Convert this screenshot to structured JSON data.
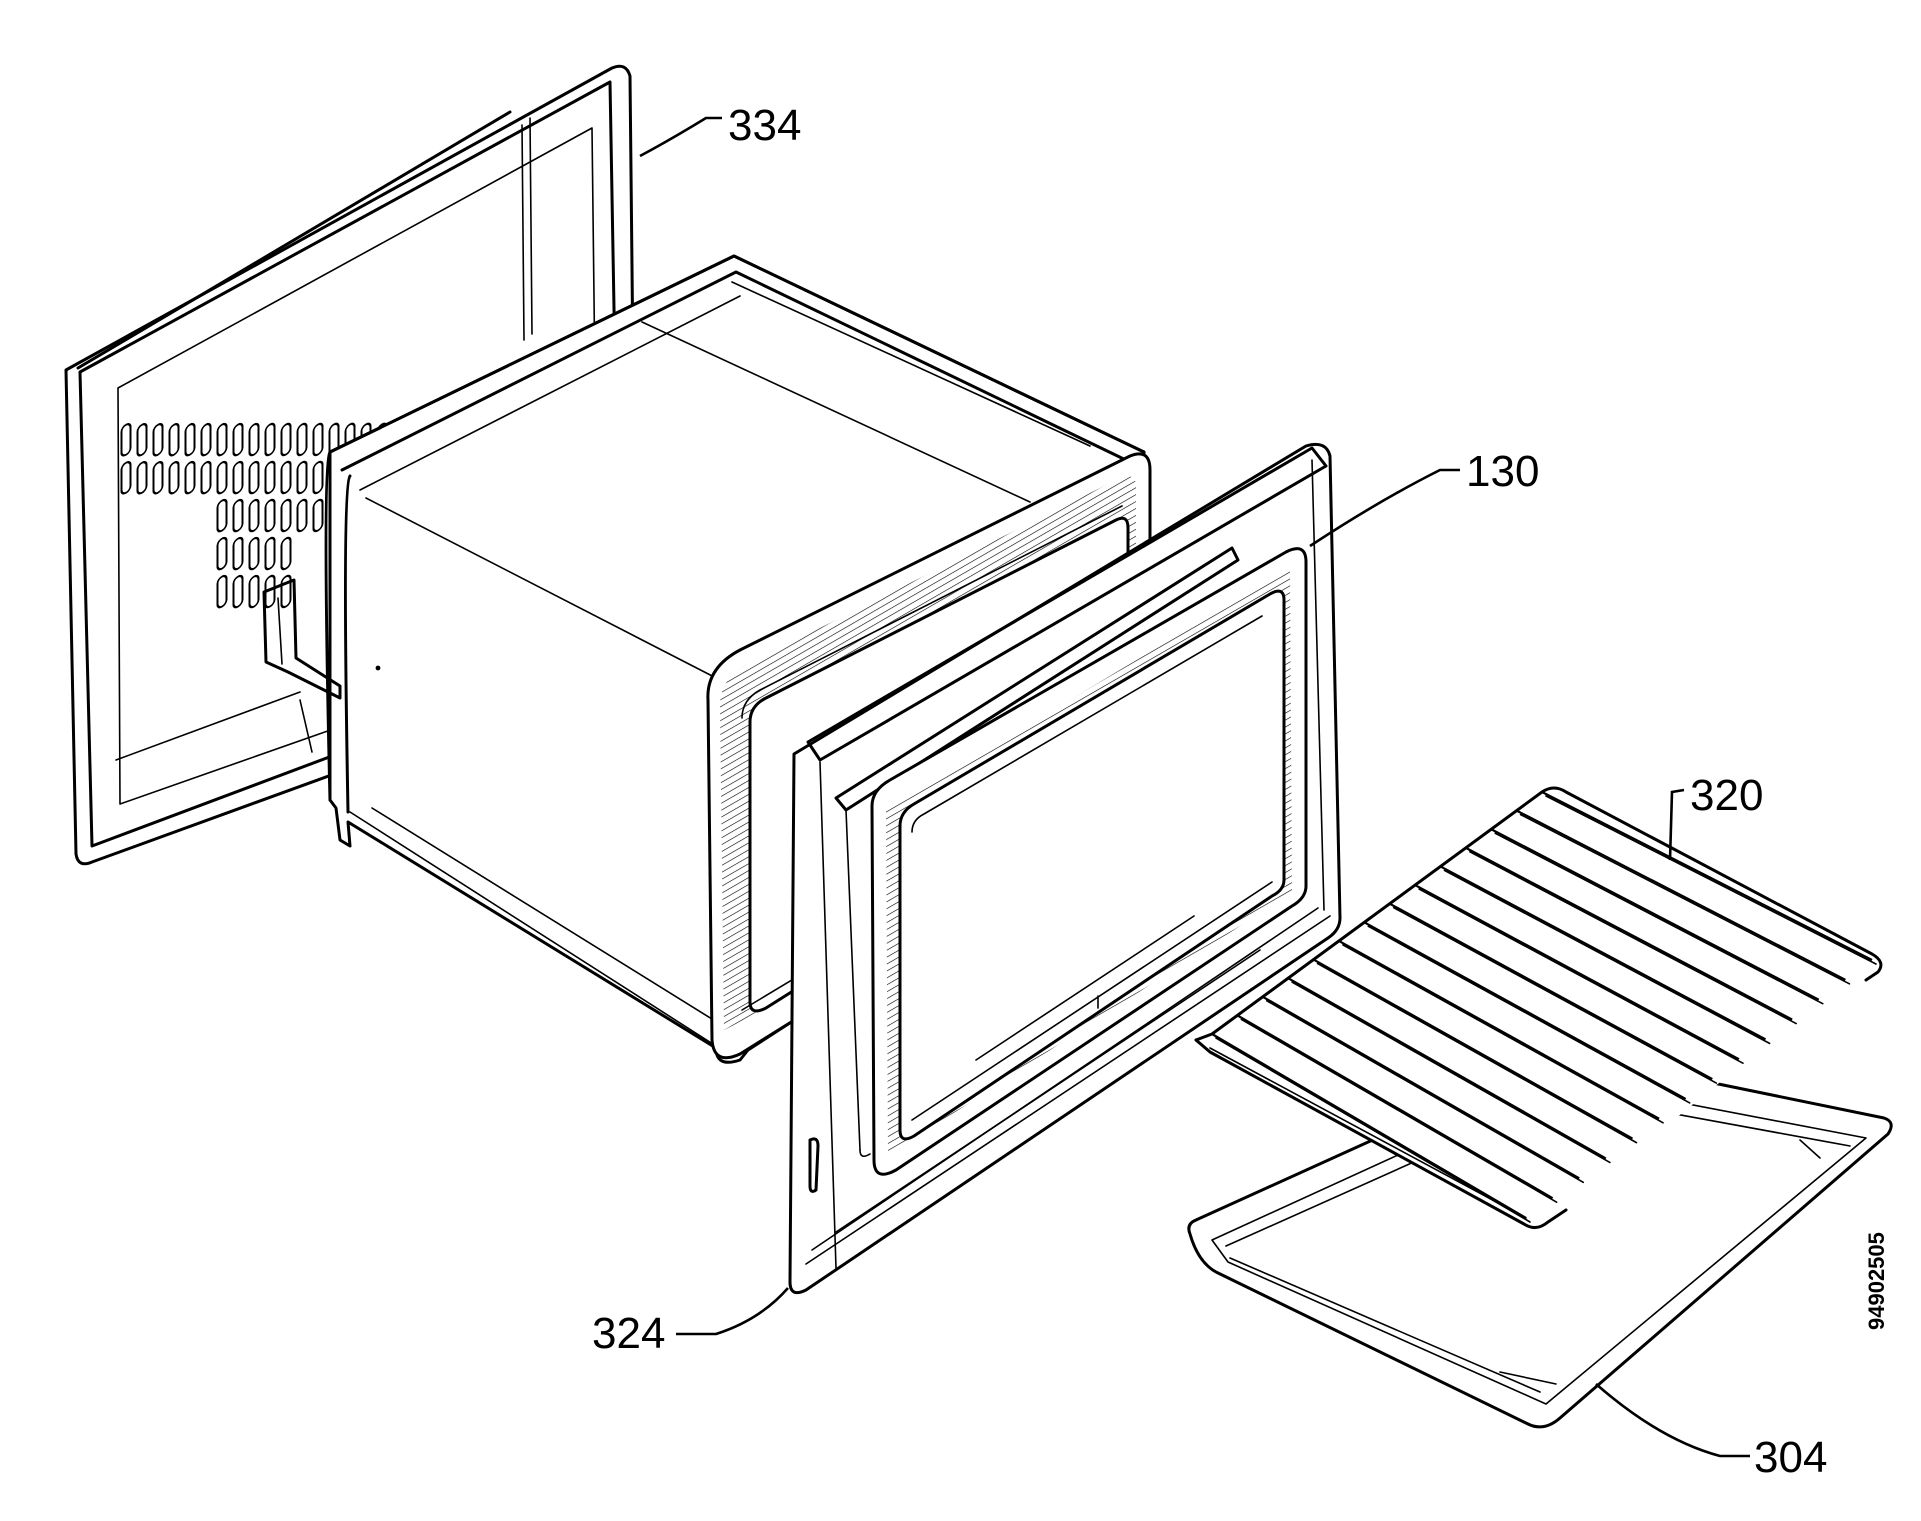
{
  "diagram": {
    "part_labels": {
      "back_panel": "334",
      "inner_door_frame": "130",
      "oven_rack": "320",
      "door_frame": "324",
      "baking_tray": "304"
    },
    "document_number": "94902505"
  }
}
